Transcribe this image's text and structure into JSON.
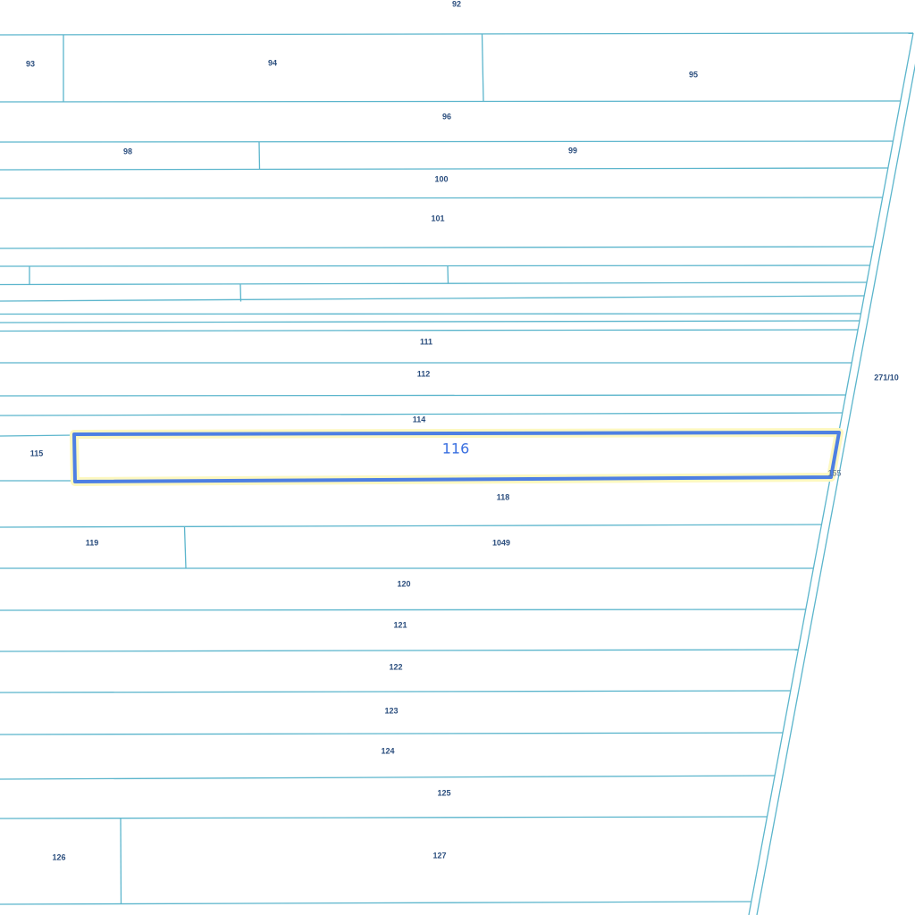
{
  "map": {
    "kind": "cadastral parcel map",
    "selected_parcel": "116",
    "colors": {
      "parcel_boundary": "#5bb5cc",
      "parcel_label": "#2b4e7e",
      "selection_outline": "#4d7fe3",
      "selection_halo": "#fdf8c0",
      "selected_label": "#3a6fe0"
    }
  },
  "parcels": [
    {
      "label": "92"
    },
    {
      "label": "93"
    },
    {
      "label": "94"
    },
    {
      "label": "95"
    },
    {
      "label": "96"
    },
    {
      "label": "98"
    },
    {
      "label": "99"
    },
    {
      "label": "100"
    },
    {
      "label": "101"
    },
    {
      "label": "111"
    },
    {
      "label": "112"
    },
    {
      "label": "114"
    },
    {
      "label": "115"
    },
    {
      "label": "116",
      "selected": true
    },
    {
      "label": "155"
    },
    {
      "label": "118"
    },
    {
      "label": "119"
    },
    {
      "label": "1049"
    },
    {
      "label": "120"
    },
    {
      "label": "121"
    },
    {
      "label": "122"
    },
    {
      "label": "123"
    },
    {
      "label": "124"
    },
    {
      "label": "125"
    },
    {
      "label": "126"
    },
    {
      "label": "127"
    },
    {
      "label": "271/10"
    }
  ]
}
